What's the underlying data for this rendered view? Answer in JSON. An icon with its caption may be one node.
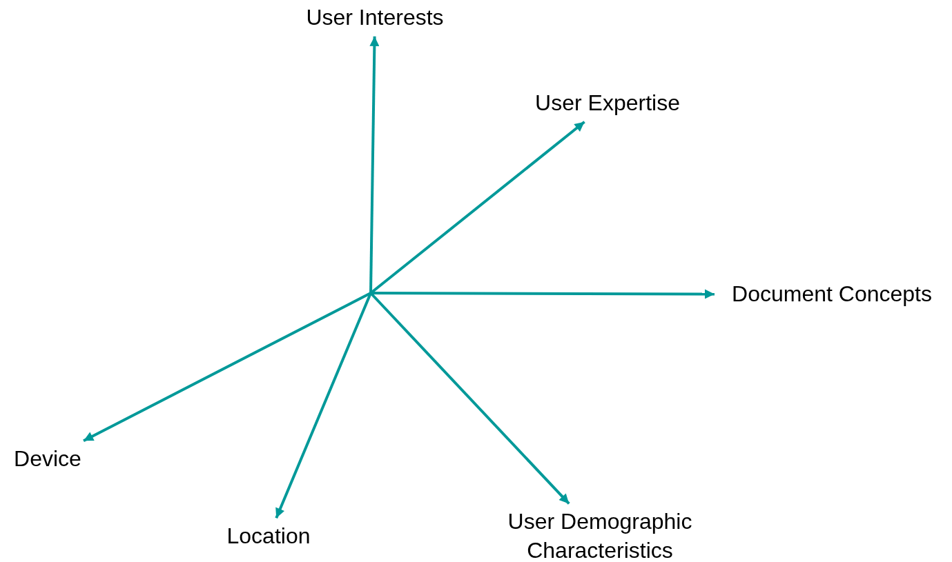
{
  "diagram": {
    "nodes": [
      {
        "text": [
          "User Interests"
        ]
      },
      {
        "text": [
          "User Expertise"
        ]
      },
      {
        "text": [
          "Document Concepts"
        ]
      },
      {
        "text": [
          "Device"
        ]
      },
      {
        "text": [
          "Location"
        ]
      },
      {
        "text": [
          "User Demographic Characteristics"
        ]
      }
    ],
    "edges": [
      {
        "from": null,
        "to": 0,
        "arrow": "to"
      },
      {
        "from": null,
        "to": 1,
        "arrow": "to"
      },
      {
        "from": null,
        "to": 2,
        "arrow": "to"
      },
      {
        "from": null,
        "to": 3,
        "arrow": "to"
      },
      {
        "from": null,
        "to": 4,
        "arrow": "to"
      },
      {
        "from": null,
        "to": 5,
        "arrow": "to"
      }
    ]
  }
}
